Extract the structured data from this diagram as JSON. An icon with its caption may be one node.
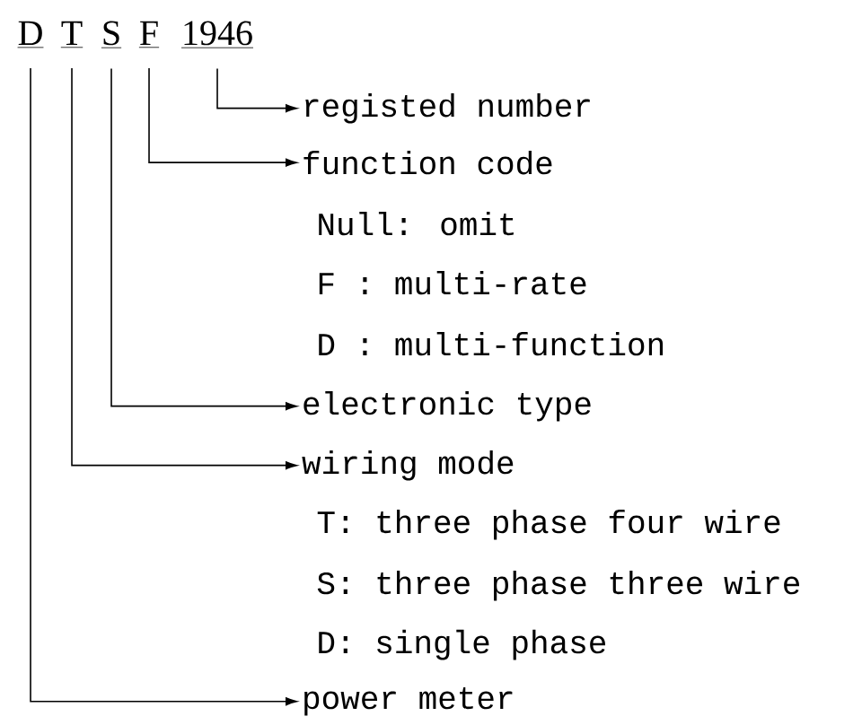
{
  "diagram": {
    "nodes": [
      {
        "text": [
          "D"
        ]
      },
      {
        "text": [
          "T"
        ]
      },
      {
        "text": [
          "S"
        ]
      },
      {
        "text": [
          "F"
        ]
      },
      {
        "text": [
          "1946"
        ]
      },
      {
        "text": [
          "registed number"
        ]
      },
      {
        "text": [
          "function code"
        ]
      },
      {
        "text": [
          "electronic type"
        ]
      },
      {
        "text": [
          "wiring mode"
        ]
      },
      {
        "text": [
          "power meter"
        ]
      }
    ],
    "edges": [
      {
        "from": 4,
        "to": 5,
        "arrow": "to"
      },
      {
        "from": 3,
        "to": 6,
        "arrow": "to"
      },
      {
        "from": 2,
        "to": 7,
        "arrow": "to"
      },
      {
        "from": 1,
        "to": 8,
        "arrow": "to"
      },
      {
        "from": 0,
        "to": 9,
        "arrow": "to"
      }
    ],
    "labels": [
      "Null: omit",
      "F : multi-rate",
      "D : multi-function",
      "T: three phase four wire",
      "S: three phase three wire",
      "D: single phase"
    ]
  }
}
